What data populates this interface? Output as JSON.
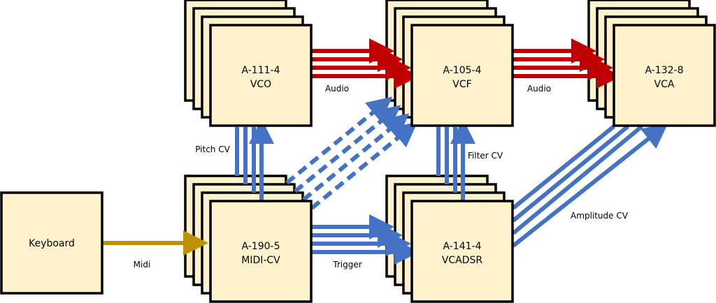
{
  "colors": {
    "box_fill": "#FFF2CC",
    "box_stroke": "#000000",
    "audio": "#C00000",
    "cv": "#4472C4",
    "midi": "#BF9000"
  },
  "nodes": [
    {
      "id": "vco",
      "line1": "A-111-4",
      "line2": "VCO",
      "stack": 4
    },
    {
      "id": "vcf",
      "line1": "A-105-4",
      "line2": "VCF",
      "stack": 4
    },
    {
      "id": "vca",
      "line1": "A-132-8",
      "line2": "VCA",
      "stack": 4
    },
    {
      "id": "midicv",
      "line1": "A-190-5",
      "line2": "MIDI-CV",
      "stack": 4
    },
    {
      "id": "vcadsr",
      "line1": "A-141-4",
      "line2": "VCADSR",
      "stack": 4
    },
    {
      "id": "keyboard",
      "line1": "Keyboard",
      "line2": "",
      "stack": 1
    }
  ],
  "edges": [
    {
      "id": "audio1",
      "from": "vco",
      "to": "vcf",
      "label": "Audio",
      "type": "audio",
      "count": 4,
      "style": "solid"
    },
    {
      "id": "audio2",
      "from": "vcf",
      "to": "vca",
      "label": "Audio",
      "type": "audio",
      "count": 4,
      "style": "solid"
    },
    {
      "id": "pitch",
      "from": "midicv",
      "to": "vco",
      "label": "Pitch CV",
      "type": "cv",
      "count": 4,
      "style": "solid"
    },
    {
      "id": "dashed",
      "from": "midicv",
      "to": "vcf",
      "label": "",
      "type": "cv",
      "count": 4,
      "style": "dashed"
    },
    {
      "id": "filter",
      "from": "vcadsr",
      "to": "vcf",
      "label": "Filter CV",
      "type": "cv",
      "count": 4,
      "style": "solid"
    },
    {
      "id": "trigger",
      "from": "midicv",
      "to": "vcadsr",
      "label": "Trigger",
      "type": "cv",
      "count": 4,
      "style": "solid"
    },
    {
      "id": "amp",
      "from": "vcadsr",
      "to": "vca",
      "label": "Amplitude CV",
      "type": "cv",
      "count": 4,
      "style": "solid"
    },
    {
      "id": "midi",
      "from": "keyboard",
      "to": "midicv",
      "label": "Midi",
      "type": "midi",
      "count": 1,
      "style": "solid"
    }
  ]
}
